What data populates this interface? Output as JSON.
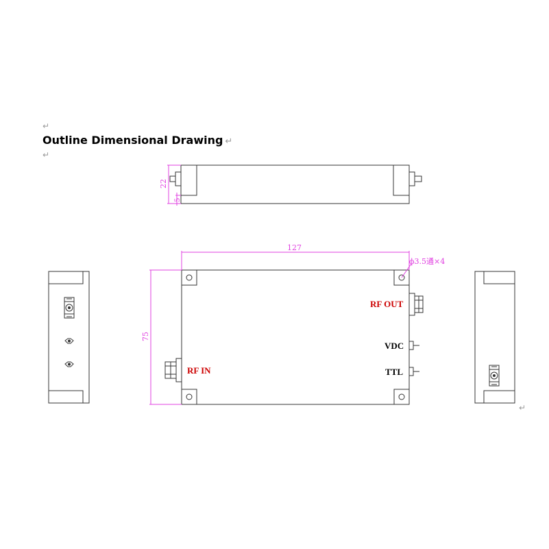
{
  "document": {
    "title": "Outline Dimensional Drawing",
    "paragraph_mark": "↵"
  },
  "drawing": {
    "dimensions": {
      "height": "22",
      "offset": "5",
      "length": "127",
      "width": "75",
      "hole_note": "ϕ3.5通×4"
    },
    "labels": {
      "rf_out": "RF OUT",
      "rf_in": "RF IN",
      "vdc": "VDC",
      "ttl": "TTL"
    },
    "colors": {
      "outline": "#333333",
      "dimension": "#e040e0",
      "label_red": "#cc0000",
      "label_black": "#000000"
    }
  }
}
